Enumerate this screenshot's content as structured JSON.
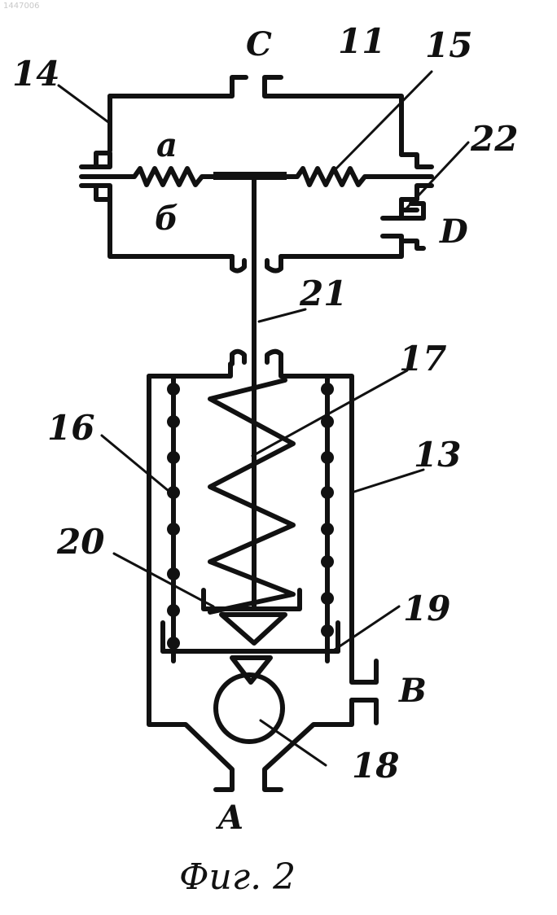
{
  "watermark": "1447006",
  "labels": {
    "n11": "11",
    "n13": "13",
    "n14": "14",
    "n15": "15",
    "n16": "16",
    "n17": "17",
    "n18": "18",
    "n19": "19",
    "n20": "20",
    "n21": "21",
    "n22": "22",
    "port_c": "C",
    "port_d": "D",
    "port_b": "B",
    "port_a": "A",
    "chamber_a": "a",
    "chamber_b": "б"
  },
  "caption": "Фиг. 2"
}
